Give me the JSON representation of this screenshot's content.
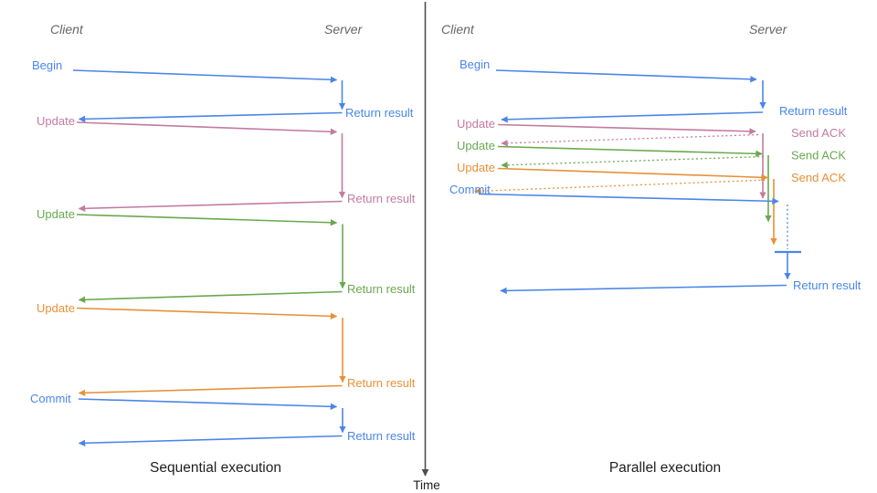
{
  "colors": {
    "blue": "#4a86e8",
    "pink": "#c27ba0",
    "green": "#6aa84f",
    "orange": "#e69138",
    "header_gray": "#666666",
    "axis_gray": "#4d4d4d",
    "caption_black": "#1f1f1f"
  },
  "timeline": {
    "label": "Time"
  },
  "panels": {
    "sequential": {
      "caption": "Sequential execution",
      "client_header": "Client",
      "server_header": "Server",
      "messages": [
        {
          "request": "Begin",
          "response": "Return result"
        },
        {
          "request": "Update",
          "response": "Return result"
        },
        {
          "request": "Update",
          "response": "Return result"
        },
        {
          "request": "Update",
          "response": "Return result"
        },
        {
          "request": "Commit",
          "response": "Return result"
        }
      ]
    },
    "parallel": {
      "caption": "Parallel execution",
      "client_header": "Client",
      "server_header": "Server",
      "messages": [
        {
          "request": "Begin",
          "response": "Return result"
        },
        {
          "request": "Update",
          "response": "Send ACK"
        },
        {
          "request": "Update",
          "response": "Send ACK"
        },
        {
          "request": "Update",
          "response": "Send ACK"
        },
        {
          "request": "Commit",
          "response": "Return result"
        }
      ]
    }
  }
}
